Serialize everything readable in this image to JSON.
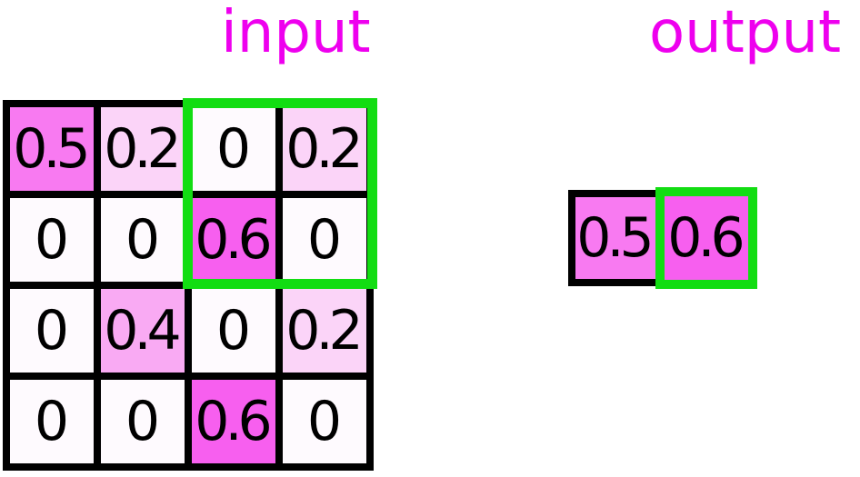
{
  "titles": {
    "input": "input",
    "output": "output"
  },
  "colors": {
    "background": "#FFFFFF",
    "title_text": "#EE00EE",
    "grid_line": "#000000",
    "highlight_green": "#12DD12",
    "cell_text": "#000000",
    "value_fills": {
      "0": "#FEFAFE",
      "0.2": "#FBD4F8",
      "0.4": "#F9AAF3",
      "0.5": "#F87AF1",
      "0.6": "#F75FEF"
    }
  },
  "input_grid": {
    "rows": 4,
    "cols": 4,
    "cells": [
      [
        "0.5",
        "0.2",
        "0",
        "0.2"
      ],
      [
        "0",
        "0",
        "0.6",
        "0"
      ],
      [
        "0",
        "0.4",
        "0",
        "0.2"
      ],
      [
        "0",
        "0",
        "0.6",
        "0"
      ]
    ],
    "pooling_window": {
      "row_start": 1,
      "col_start": 3,
      "row_span": 2,
      "col_span": 2
    }
  },
  "output_grid": {
    "cells": [
      "0.5",
      "0.6"
    ],
    "highlighted_cell_index": 1
  }
}
